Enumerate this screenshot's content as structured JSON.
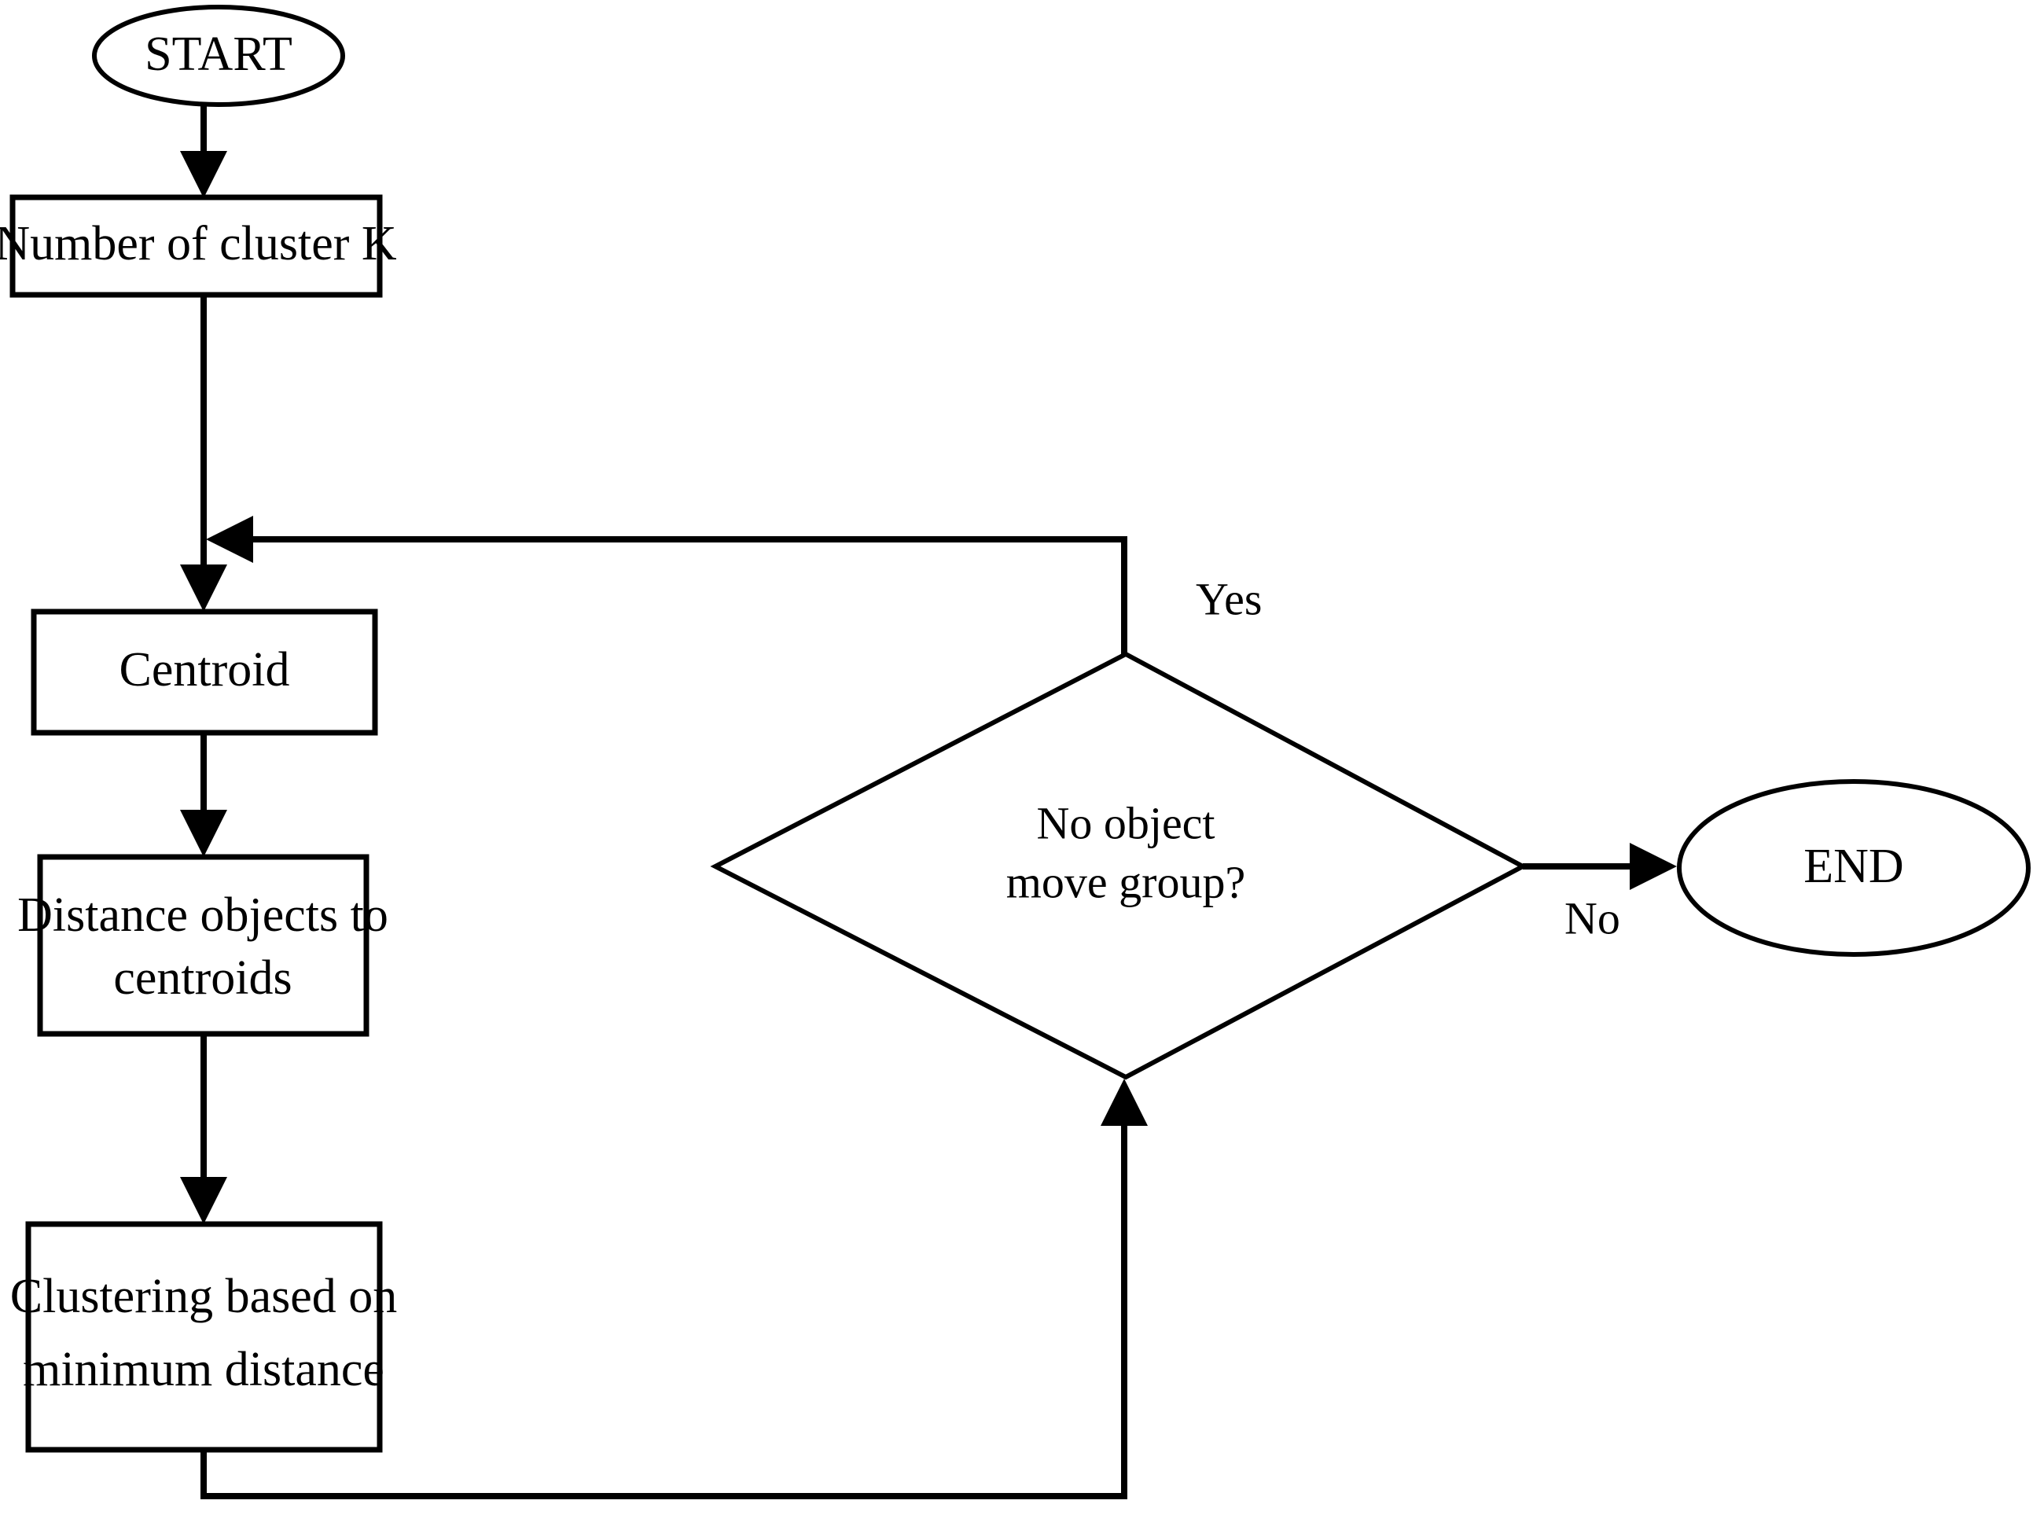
{
  "diagram": {
    "title": "K-Means Clustering Flowchart",
    "type": "flowchart",
    "background_color": "#ffffff",
    "stroke_color": "#000000"
  },
  "nodes": {
    "start": {
      "label": "START",
      "shape": "oval"
    },
    "cluster_k": {
      "label": "Number of cluster K",
      "shape": "rectangle"
    },
    "centroid": {
      "label": "Centroid",
      "shape": "rectangle"
    },
    "distance_line1": {
      "label": "Distance objects to",
      "shape": "rectangle"
    },
    "distance_line2": {
      "label": "centroids",
      "shape": "rectangle"
    },
    "clustering_line1": {
      "label": "Clustering based on",
      "shape": "rectangle"
    },
    "clustering_line2": {
      "label": "minimum distance",
      "shape": "rectangle"
    },
    "decision_line1": {
      "label": "No object",
      "shape": "diamond"
    },
    "decision_line2": {
      "label": "move group?",
      "shape": "diamond"
    },
    "end": {
      "label": "END",
      "shape": "oval"
    }
  },
  "edge_labels": {
    "yes": "Yes",
    "no": "No"
  }
}
